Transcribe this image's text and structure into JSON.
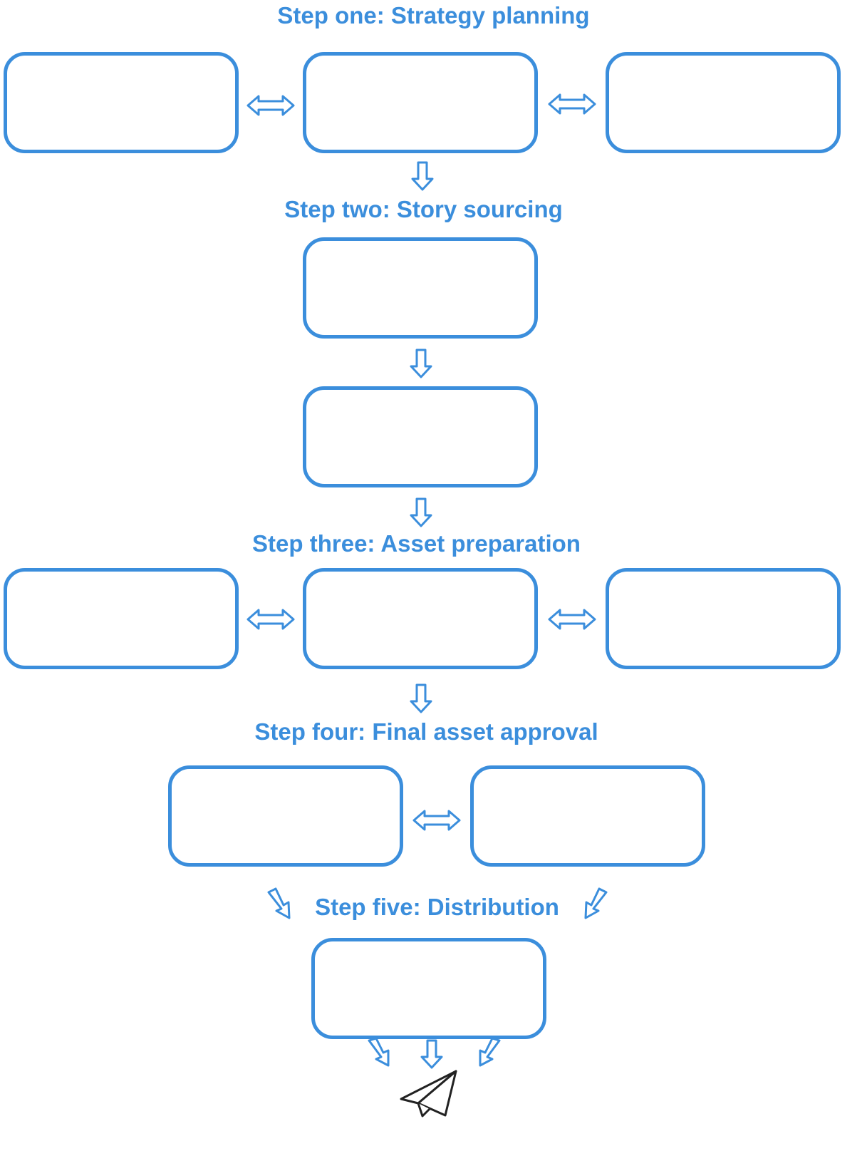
{
  "colors": {
    "accent": "#3b8edc",
    "icon_stroke": "#222222"
  },
  "steps": [
    {
      "title": "Step one: Strategy planning",
      "box_count": 3,
      "connectors": [
        "double-arrow",
        "double-arrow"
      ]
    },
    {
      "title": "Step two: Story sourcing",
      "box_count": 2,
      "connectors": [
        "down-arrow"
      ]
    },
    {
      "title": "Step three: Asset preparation",
      "box_count": 3,
      "connectors": [
        "double-arrow",
        "double-arrow"
      ]
    },
    {
      "title": "Step four: Final asset approval",
      "box_count": 2,
      "connectors": [
        "double-arrow"
      ]
    },
    {
      "title": "Step five: Distribution",
      "box_count": 1,
      "connectors": [
        "diagonal-down-right-arrow",
        "diagonal-down-left-arrow"
      ]
    }
  ],
  "end_icon": "paper-plane-icon"
}
